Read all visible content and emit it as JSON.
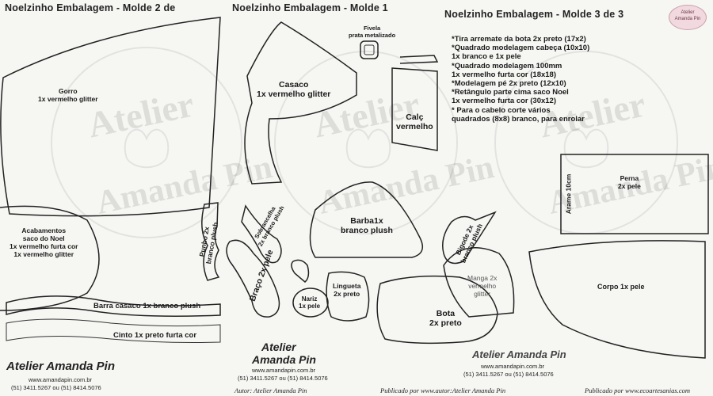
{
  "titles": {
    "left": "Noelzinho Embalagem - Molde 2 de",
    "middle": "Noelzinho Embalagem - Molde 1",
    "right": "Noelzinho Embalagem - Molde 3 de 3"
  },
  "logo_text": "Atelier Amanda Pin",
  "watermark": {
    "line1": "Atelier",
    "line2": "Amanda Pin"
  },
  "pieces": {
    "gorro": [
      "Gorro",
      "1x vermelho glitter"
    ],
    "acabamentos": [
      "Acabamentos",
      "saco do Noel",
      "1x vermelho furta cor",
      "1x vermelho glitter"
    ],
    "punho": [
      "Punho 2x",
      "branco plush"
    ],
    "barra_casaco": "Barra casaco 1x branco plush",
    "cinto": "Cinto 1x preto furta cor",
    "casaco": [
      "Casaco",
      "1x vermelho glitter"
    ],
    "fivela": [
      "Fivela",
      "prata metalizado"
    ],
    "calca": [
      "Calç",
      "vermelho"
    ],
    "sobrancelha": [
      "Sobrancelha",
      "2x branco plush"
    ],
    "braco": "Braço 2x pele",
    "barba": [
      "Barba1x",
      "branco plush"
    ],
    "nariz": [
      "Nariz",
      "1x pele"
    ],
    "lingueta": [
      "Lingueta",
      "2x preto"
    ],
    "bota": [
      "Bota",
      "2x preto"
    ],
    "bigode": [
      "Bigode 2x",
      "branco plush"
    ],
    "manga": [
      "Manga 2x",
      "vermelho",
      "glitter"
    ],
    "perna": [
      "Perna",
      "2x pele"
    ],
    "arame": "Arame 10cm",
    "corpo": "Corpo 1x pele"
  },
  "instructions": [
    "*Tira arremate da bota 2x preto (17x2)",
    "*Quadrado modelagem cabeça (10x10)",
    "  1x branco e 1x pele",
    "*Quadrado modelagem 100mm",
    "  1x vermelho furta cor (18x18)",
    " *Modelagem pé 2x preto (12x10)",
    " *Retângulo parte cima saco Noel",
    "  1x vermelho furta cor (30x12)",
    " * Para o cabelo corte vários",
    "   quadrados (8x8) branco, para enrolar"
  ],
  "footer_left": {
    "brand": "Atelier Amanda Pin",
    "url": "www.amandapin.com.br",
    "phone": "(51) 3411.5267 ou (51) 8414.5076"
  },
  "footer_mid": {
    "brand1": "Atelier",
    "brand2": "Amanda Pin",
    "url": "www.amandapin.com.br",
    "phone": "(51) 3411.5267 ou (51) 8414.5076",
    "author": "Autor: Atelier Amanda Pin"
  },
  "footer_right": {
    "brand": "Atelier Amanda Pin",
    "url": "www.amandapin.com.br",
    "phone": "(51) 3411.5267 ou (51) 8414.5076",
    "published1": "Publicado por www.autor:Atelier Amanda Pin",
    "published2": "Publicado por www.ecoartesanias.com"
  },
  "corner_logo": [
    "Atelier",
    "Amanda Pin"
  ]
}
